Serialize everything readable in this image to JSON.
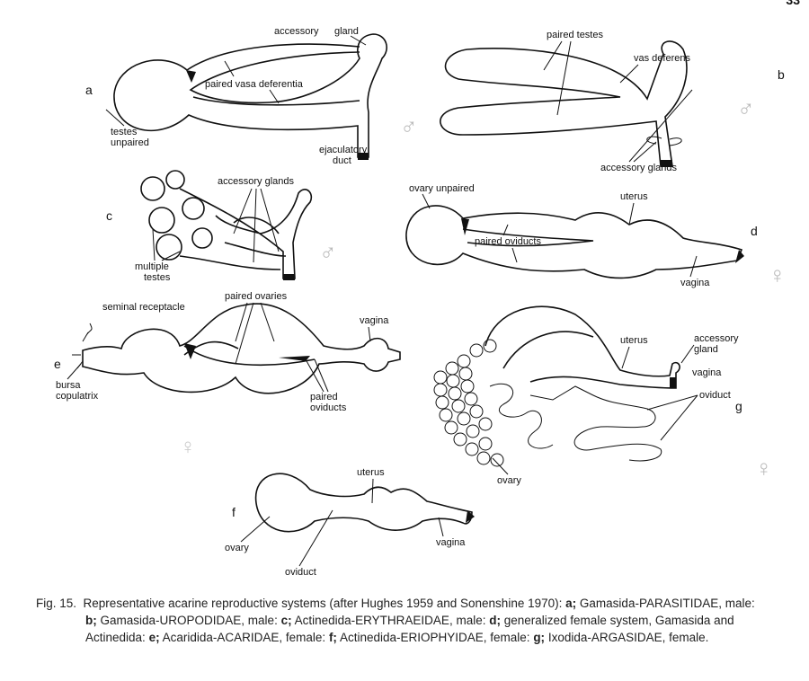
{
  "page_number": "33",
  "panels": {
    "a": {
      "letter": "a",
      "labels": [
        "accessory",
        "gland",
        "paired vasa deferentia",
        "testes",
        "unpaired",
        "ejaculatory",
        "duct"
      ],
      "symbol": "♂"
    },
    "b": {
      "letter": "b",
      "labels": [
        "paired testes",
        "vas deferens",
        "accessory glands"
      ],
      "symbol": "♂"
    },
    "c": {
      "letter": "c",
      "labels": [
        "accessory glands",
        "multiple",
        "testes"
      ],
      "symbol": "♂"
    },
    "d": {
      "letter": "d",
      "labels": [
        "ovary unpaired",
        "uterus",
        "paired oviducts",
        "vagina"
      ],
      "symbol": "♀"
    },
    "e": {
      "letter": "e",
      "labels": [
        "seminal receptacle",
        "paired ovaries",
        "vagina",
        "bursa",
        "copulatrix",
        "paired",
        "oviducts"
      ],
      "symbol": "♀"
    },
    "f": {
      "letter": "f",
      "labels": [
        "uterus",
        "ovary",
        "oviduct",
        "vagina"
      ]
    },
    "g": {
      "letter": "g",
      "labels": [
        "uterus",
        "accessory",
        "gland",
        "vagina",
        "oviduct",
        "ovary"
      ],
      "symbol": "♀"
    }
  },
  "caption": {
    "fig": "Fig. 15.",
    "intro": "Representative acarine reproductive systems (after Hughes 1959 and Sonenshine 1970):",
    "items": [
      {
        "key": "a;",
        "text": "Gamasida-PARASITIDAE, male:"
      },
      {
        "key": "b;",
        "text": "Gamasida-UROPODIDAE, male:"
      },
      {
        "key": "c;",
        "text": "Actinedida-ERYTHRAEIDAE, male:"
      },
      {
        "key": "d;",
        "text": "generalized female system, Gamasida and Actinedida:"
      },
      {
        "key": "e;",
        "text": "Acaridida-ACARIDAE, female:"
      },
      {
        "key": "f;",
        "text": "Actinedida-ERIOPHYIDAE, female:"
      },
      {
        "key": "g;",
        "text": "Ixodida-ARGASIDAE, female."
      }
    ]
  }
}
